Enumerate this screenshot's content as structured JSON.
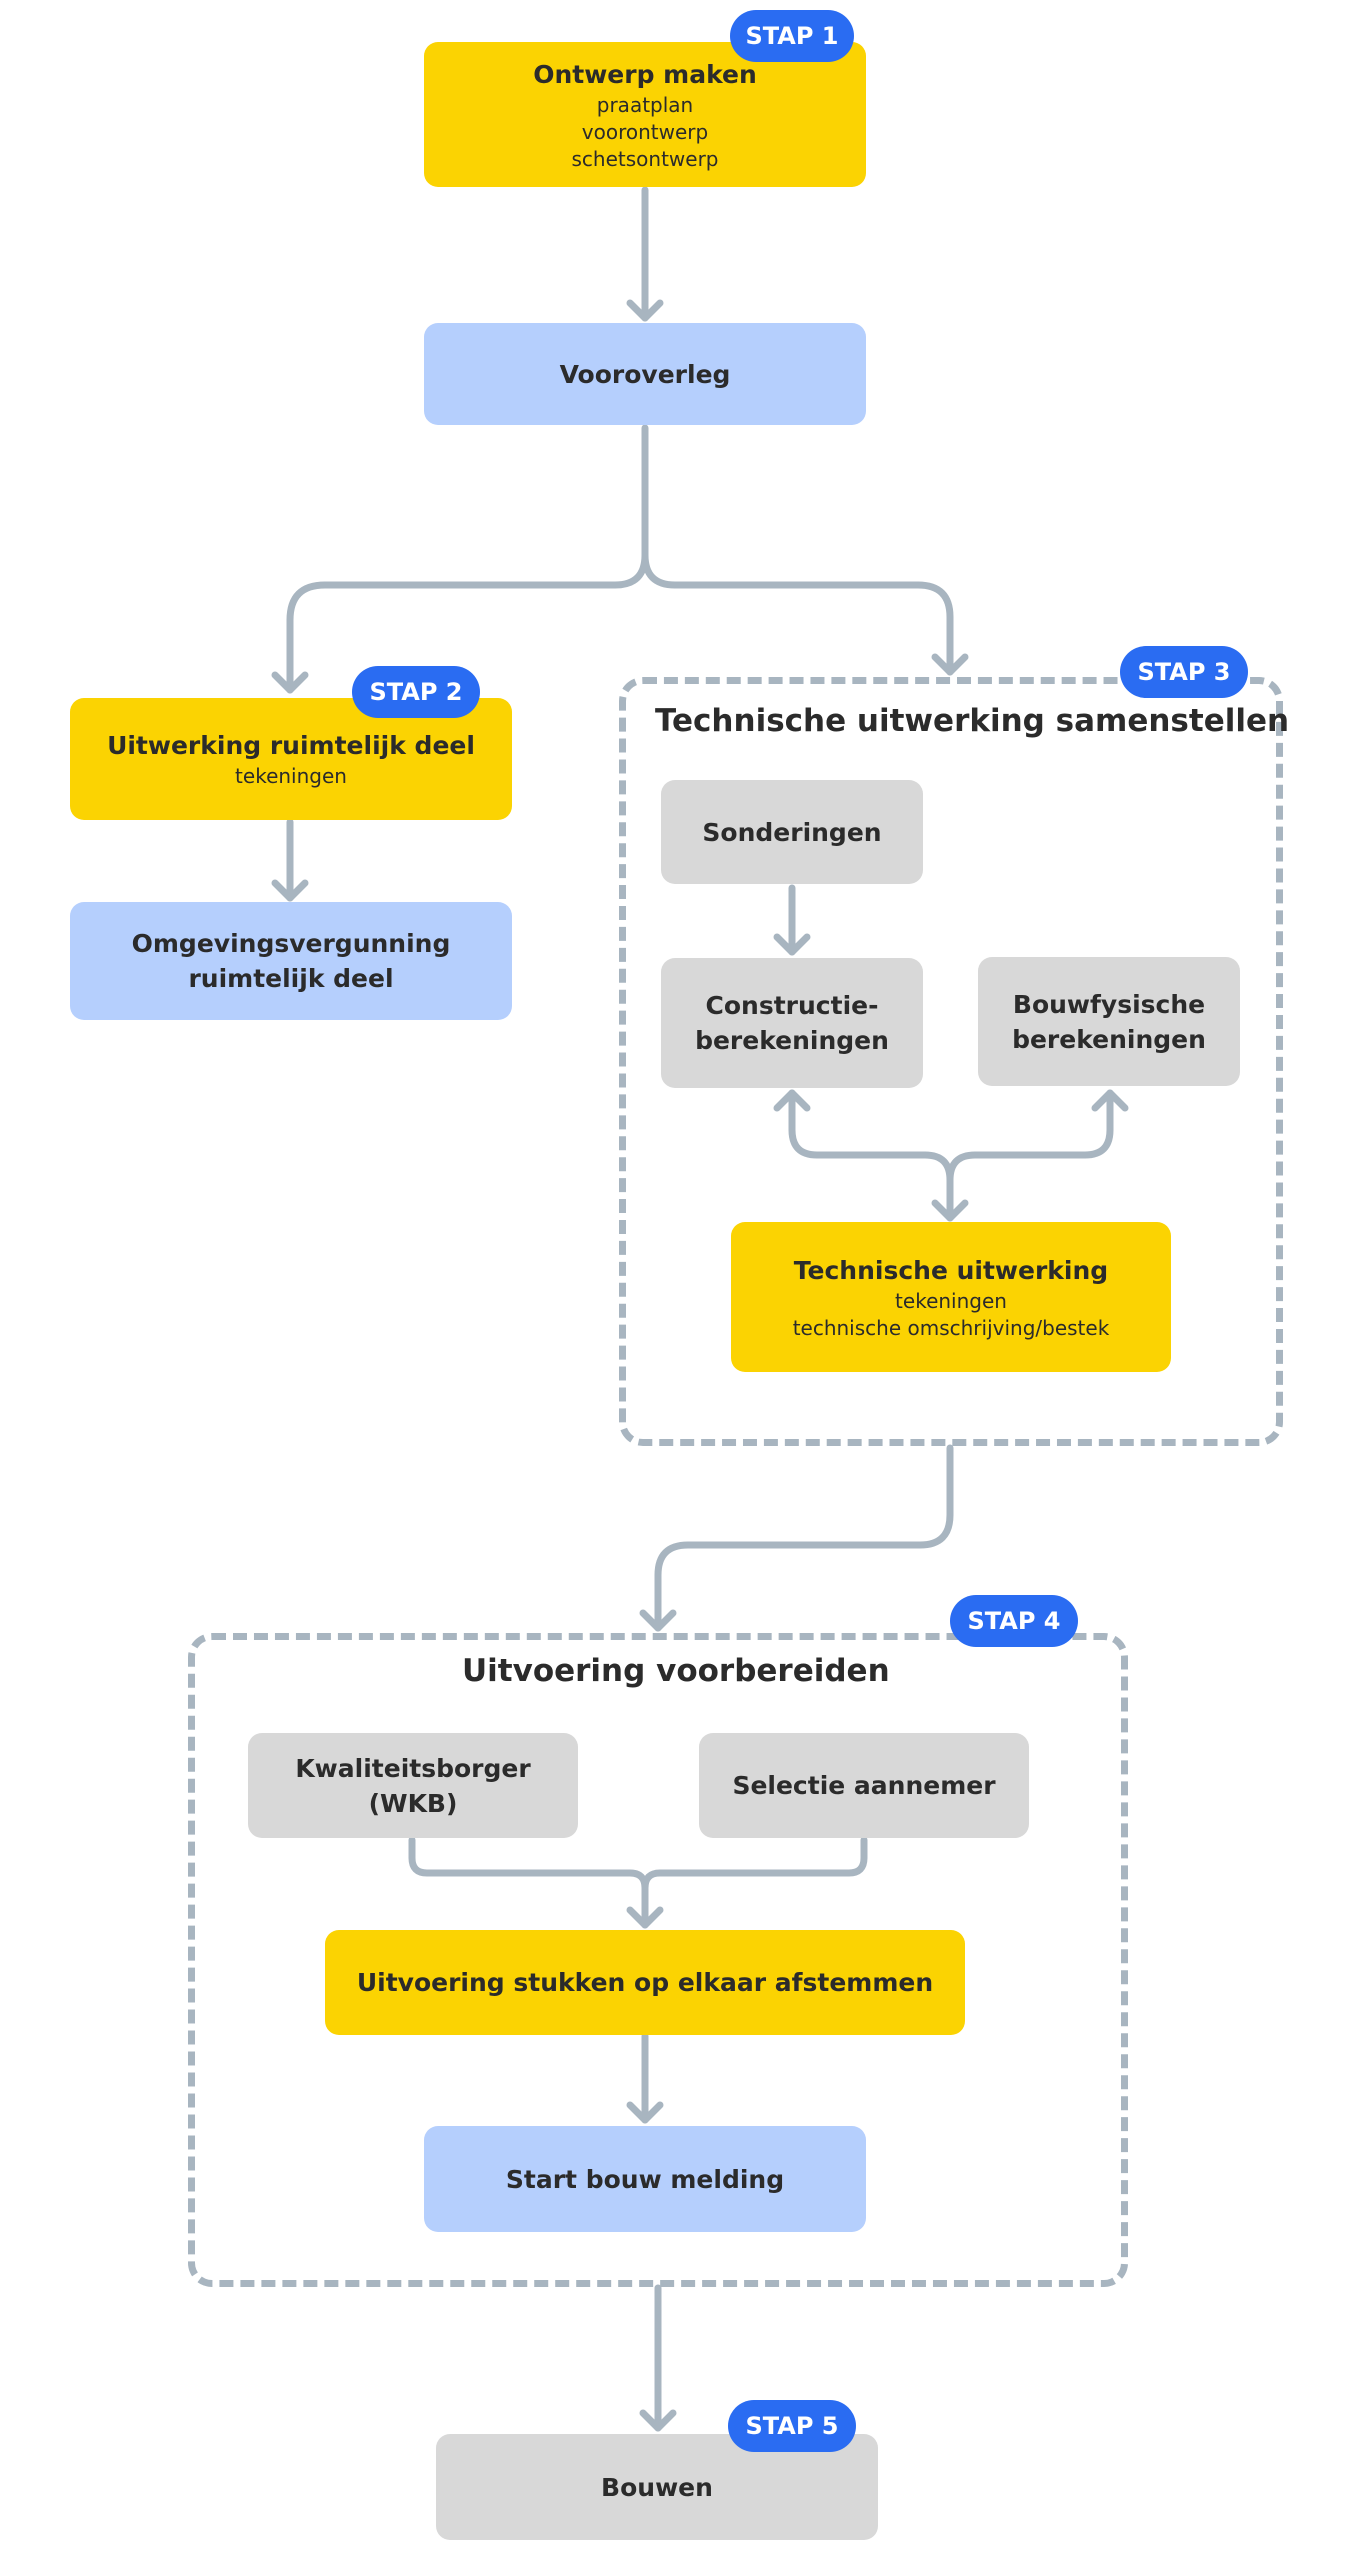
{
  "colors": {
    "yellow": "#fbd302",
    "blue": "#b5cffd",
    "grey": "#d8d8d8",
    "connector": "#a8b5c0",
    "badge": "#2a6cf2"
  },
  "step1": {
    "badge": "STAP 1",
    "ontwerp": {
      "title": "Ontwerp maken",
      "lines": [
        "praatplan",
        "voorontwerp",
        "schetsontwerp"
      ]
    },
    "vooroverleg": {
      "title": "Vooroverleg"
    }
  },
  "step2": {
    "badge": "STAP 2",
    "uitwerking": {
      "title": "Uitwerking ruimtelijk deel",
      "sub": "tekeningen"
    },
    "vergunning": {
      "line1": "Omgevingsvergunning",
      "line2": "ruimtelijk deel"
    }
  },
  "step3": {
    "badge": "STAP 3",
    "group_title": "Technische uitwerking samenstellen",
    "sonderingen": "Sonderingen",
    "constructie": {
      "line1": "Constructie-",
      "line2": "berekeningen"
    },
    "bouwfysisch": {
      "line1": "Bouwfysische",
      "line2": "berekeningen"
    },
    "technisch": {
      "title": "Technische uitwerking",
      "lines": [
        "tekeningen",
        "technische omschrijving/bestek"
      ]
    }
  },
  "step4": {
    "badge": "STAP 4",
    "group_title": "Uitvoering voorbereiden",
    "kwaliteitsborger": "Kwaliteitsborger (WKB)",
    "selectie": "Selectie aannemer",
    "afstemmen": "Uitvoering stukken op elkaar afstemmen",
    "startbouw": "Start bouw melding"
  },
  "step5": {
    "badge": "STAP 5",
    "bouwen": "Bouwen"
  }
}
